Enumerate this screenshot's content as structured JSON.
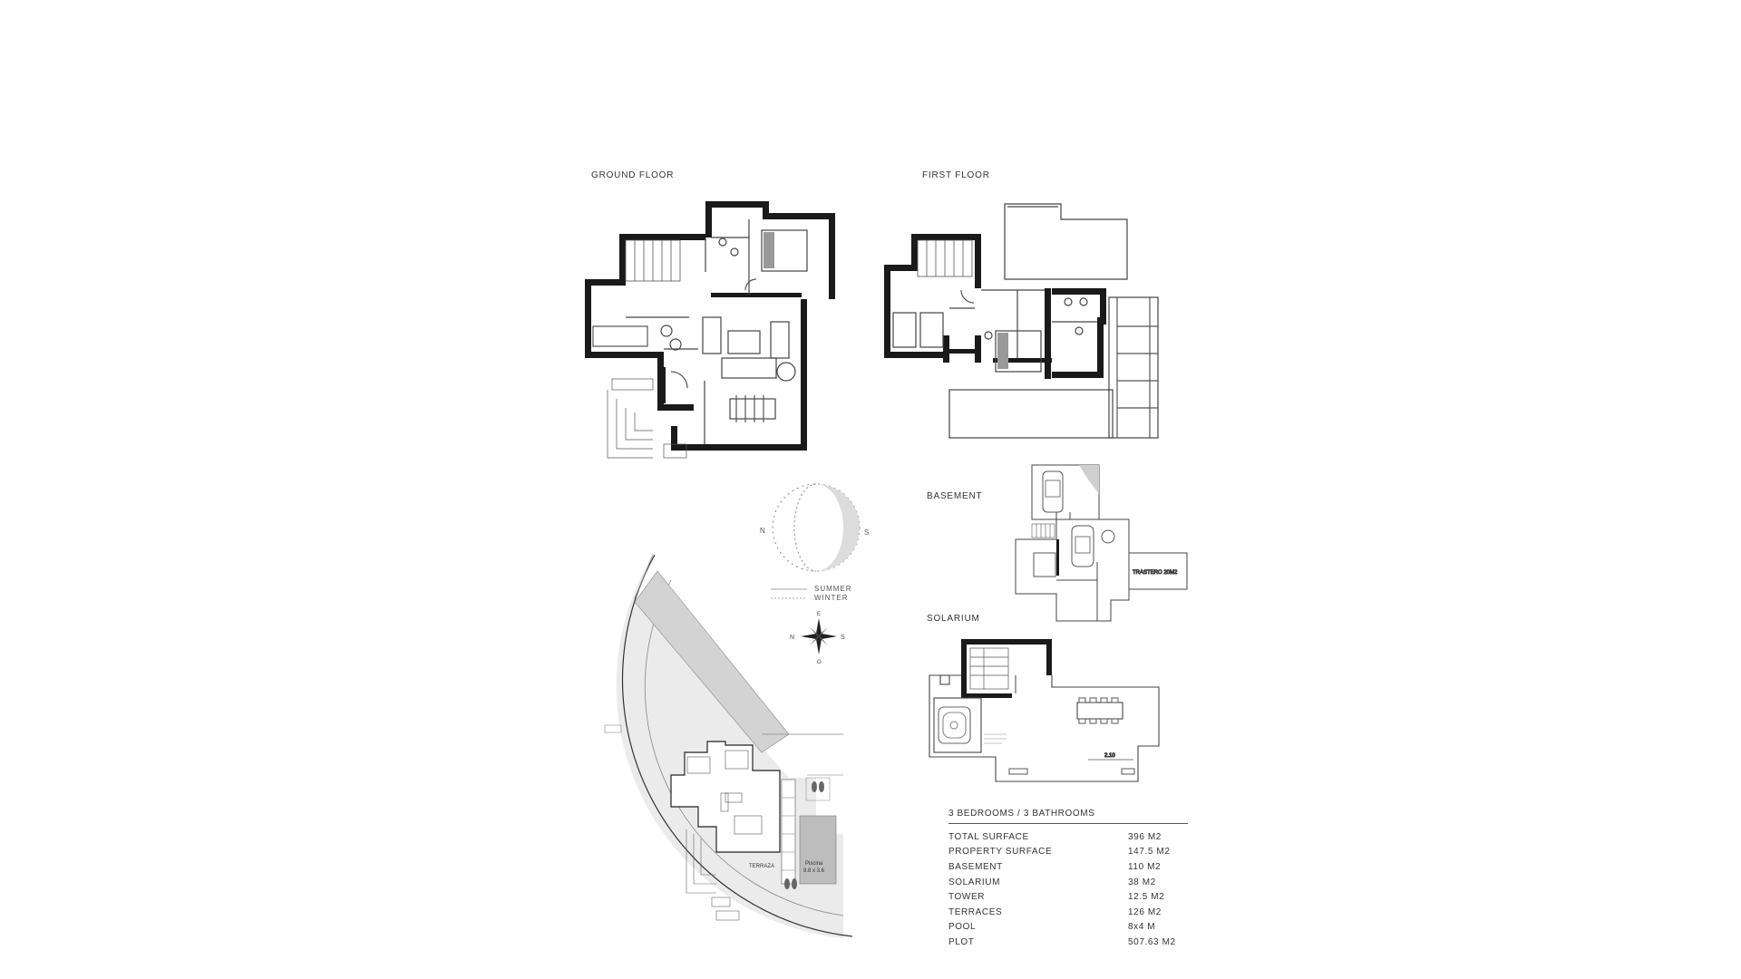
{
  "labels": {
    "ground_floor": "GROUND FLOOR",
    "first_floor": "FIRST FLOOR",
    "basement": "BASEMENT",
    "solarium": "SOLARIUM",
    "storage": "TRASTERO 20M2",
    "terrace": "TERRAZA",
    "pool": "Piscina",
    "pool_size": "8.8 x 3.6",
    "solarium_dim": "2.10"
  },
  "sun_legend": {
    "summer": "SUMMER",
    "winter": "WINTER",
    "directions": [
      "N",
      "S"
    ],
    "compass": [
      "N",
      "S",
      "E",
      "O"
    ]
  },
  "specs": {
    "heading": "3 BEDROOMS / 3 BATHROOMS",
    "rows": [
      {
        "label": "TOTAL SURFACE",
        "value": "396 M2"
      },
      {
        "label": "PROPERTY SURFACE",
        "value": "147.5 M2"
      },
      {
        "label": "BASEMENT",
        "value": "110 M2"
      },
      {
        "label": "SOLARIUM",
        "value": "38 M2"
      },
      {
        "label": "TOWER",
        "value": "12.5 M2"
      },
      {
        "label": "TERRACES",
        "value": "126 M2"
      },
      {
        "label": "POOL",
        "value": "8x4 M"
      },
      {
        "label": "PLOT",
        "value": "507.63 M2"
      }
    ]
  },
  "colors": {
    "wall": "#1a1a1a",
    "line": "#444444",
    "plot_fill": "#e6e6e6",
    "pool_fill": "#bdbdbd",
    "sun_fill": "#dcdcdc"
  }
}
